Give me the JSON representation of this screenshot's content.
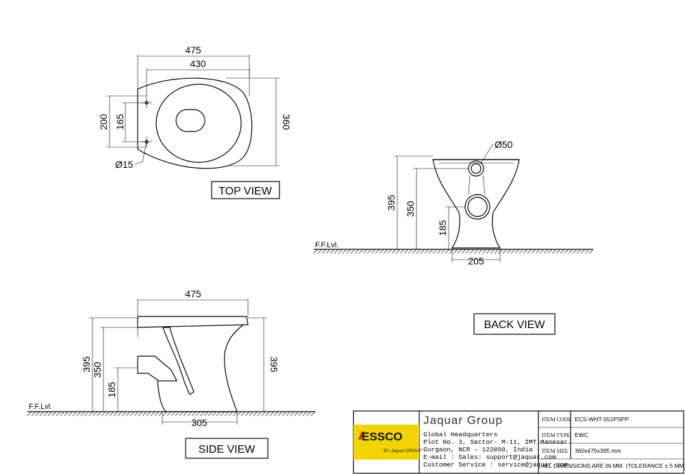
{
  "views": {
    "top": "TOP VIEW",
    "back": "BACK VIEW",
    "side": "SIDE VIEW"
  },
  "dimensions": {
    "top": {
      "length_outer": "475",
      "length_inner": "430",
      "width_outer": "200",
      "width_inner": "165",
      "depth": "360",
      "hole": "Ø15"
    },
    "back": {
      "pipe": "Ø50",
      "height_total": "395",
      "height_outlet": "350",
      "height_low": "185",
      "base": "205"
    },
    "side": {
      "length": "475",
      "h_total": "395",
      "h_outlet": "350",
      "h_low": "185",
      "h_right": "395",
      "base": "305"
    }
  },
  "floor_level": "F.F.Lvl.",
  "title_block": {
    "brand_logo": "ESSCO",
    "brand_sub": "BY Jaquar GROUP",
    "company": "Jaquar Group",
    "address": [
      "Global Headquarters",
      "Plot No. 3, Sector- M-11, IMT Manesar",
      "Gurgaon, NCR – 122050, India",
      "E-mail : Sales: support@jaquar.com",
      "Customer Service : service@jaquar.com"
    ],
    "rows": [
      {
        "label": "ITEM CODE",
        "value": "ECS-WHT-551PSPP"
      },
      {
        "label": "ITEM TYPE",
        "value": "EWC"
      },
      {
        "label": "ITEM SIZE",
        "value": "360x475x395 mm"
      }
    ],
    "note": "ALL DIMENSIONS ARE IN MM. (TOLERANCE ± 5 MM)"
  },
  "colors": {
    "logo_bg": "#f2d500",
    "logo_red": "#d0261d"
  }
}
